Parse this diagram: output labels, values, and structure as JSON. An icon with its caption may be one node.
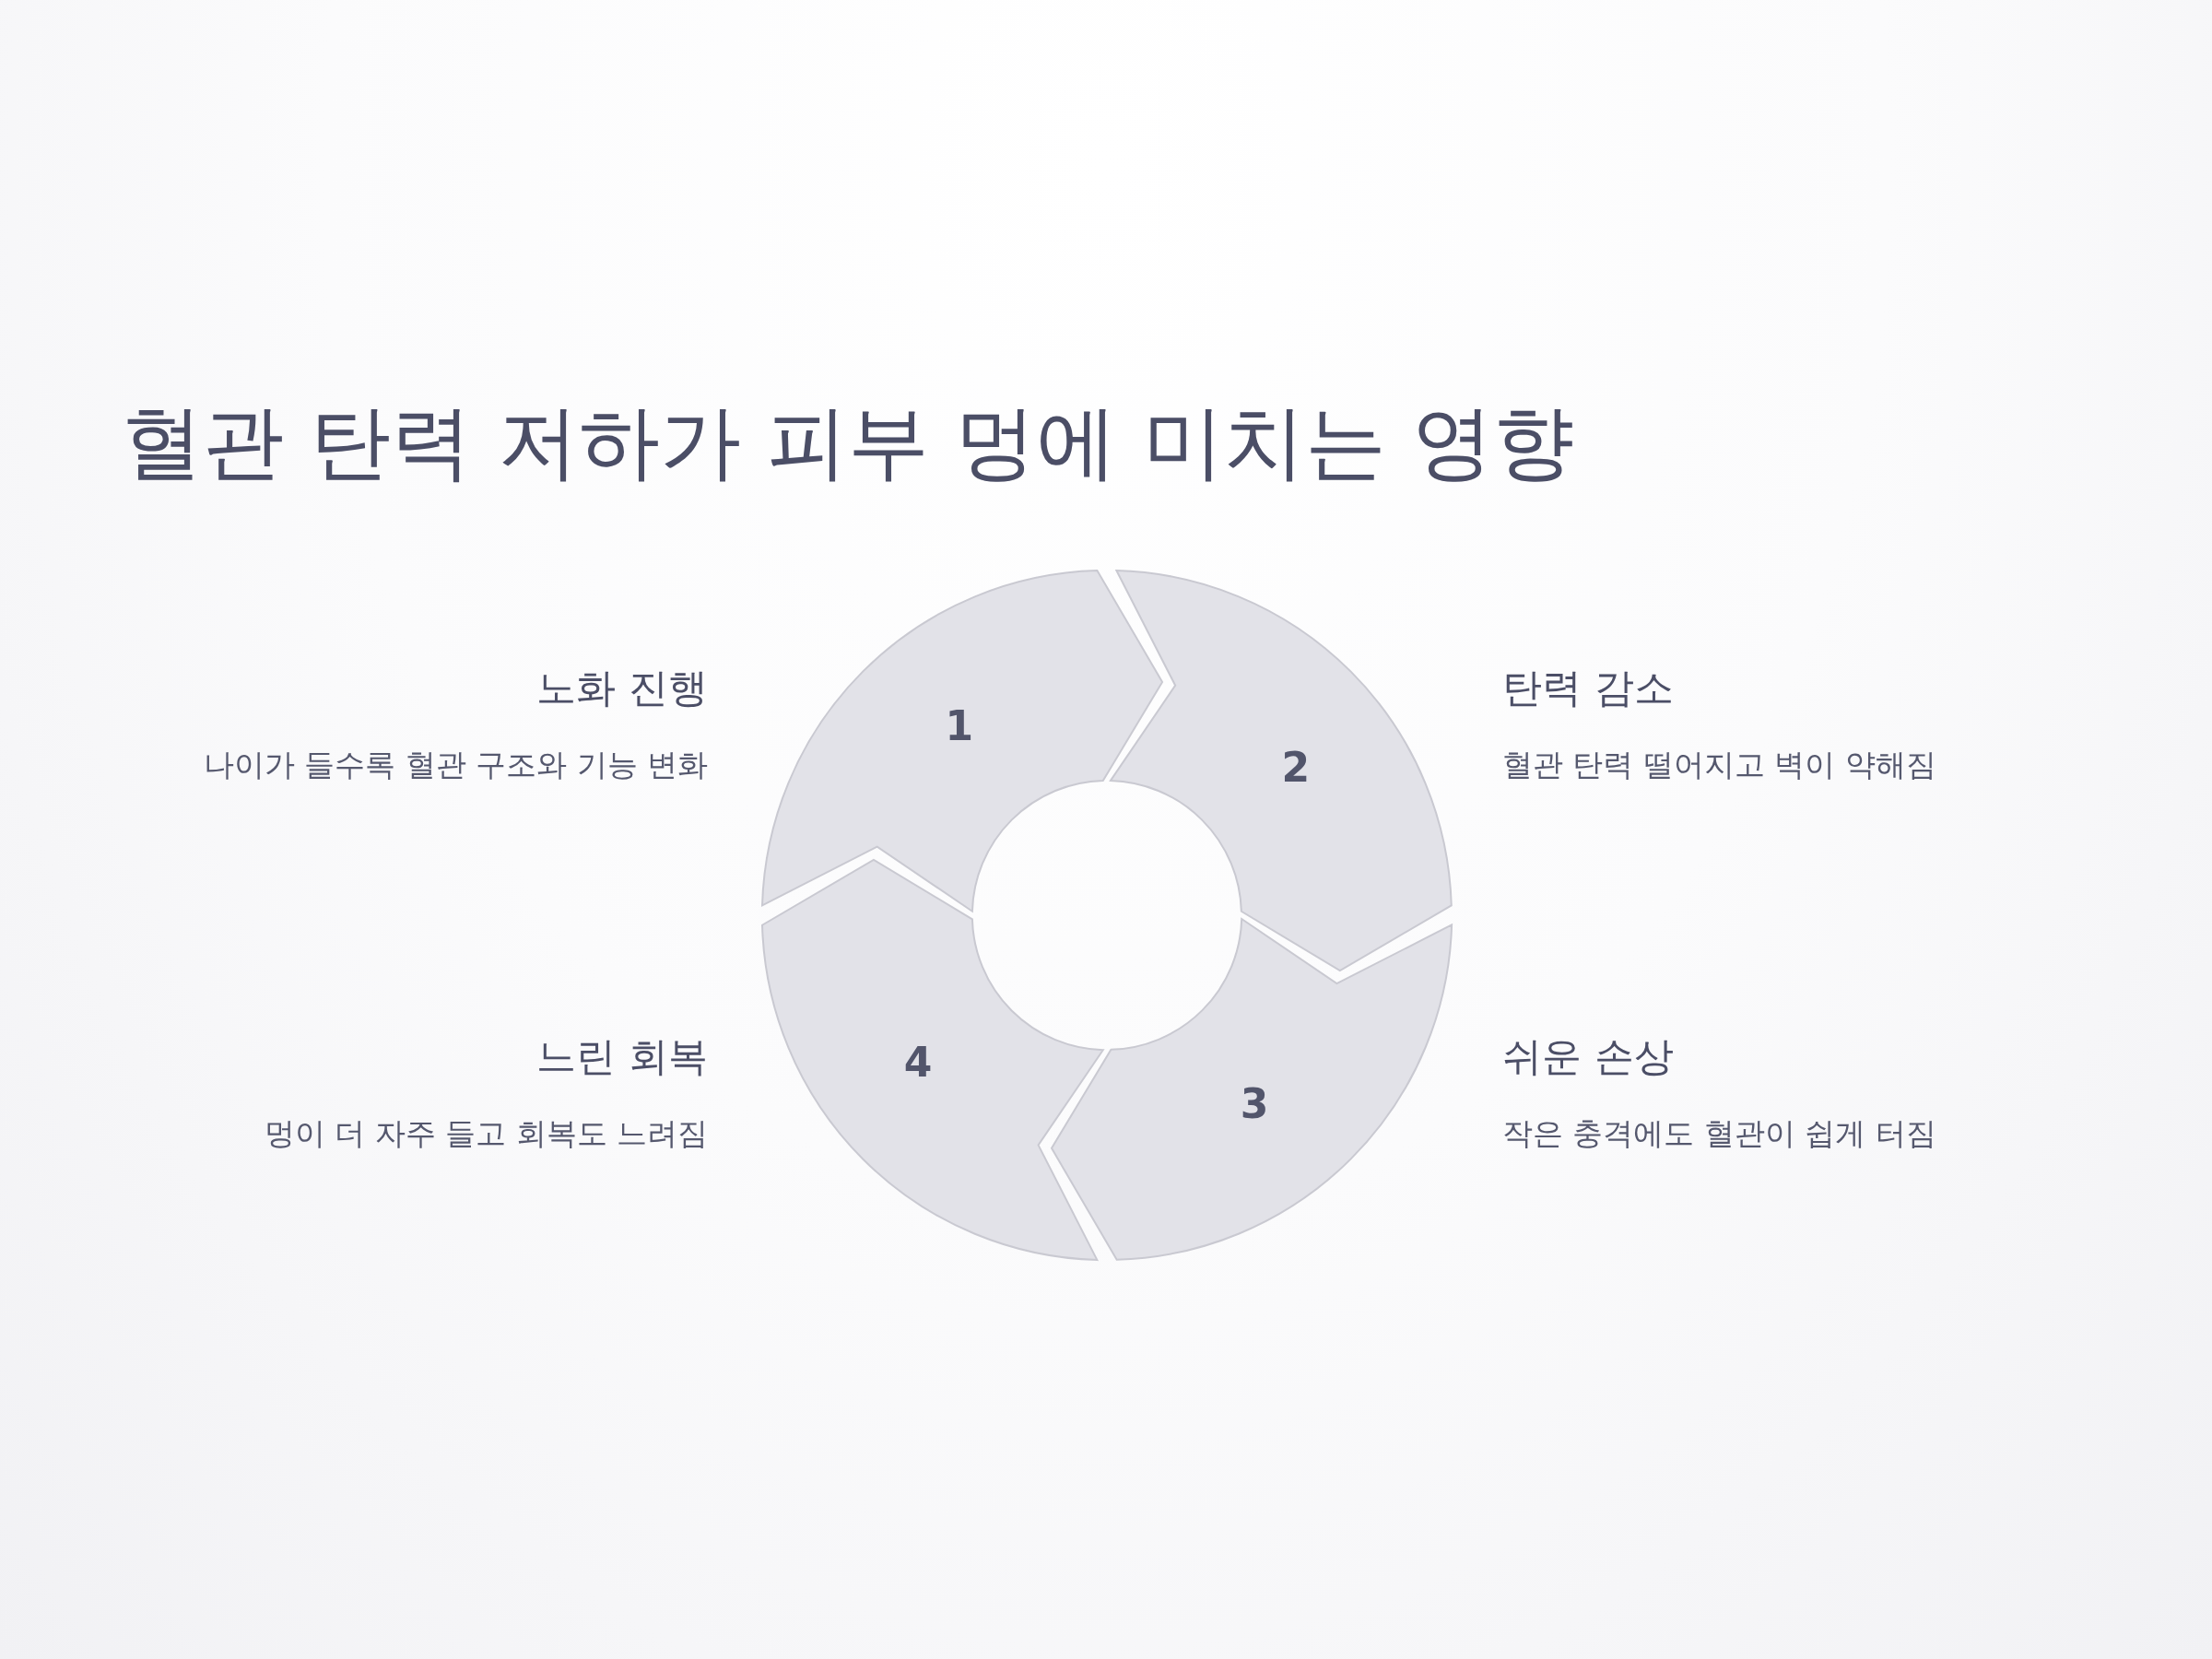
{
  "diagram": {
    "title": "혈관 탄력 저하가 피부 멍에 미치는 영향",
    "nodes": [
      {
        "text": [
          "1"
        ],
        "beside": [
          "노화 진행",
          "나이가 들수록 혈관 구조와 기능 변화"
        ]
      },
      {
        "text": [
          "2"
        ],
        "beside": [
          "탄력 감소",
          "혈관 탄력 떨어지고 벽이 약해짐"
        ]
      },
      {
        "text": [
          "3"
        ],
        "beside": [
          "쉬운 손상",
          "작은 충격에도 혈관이 쉽게 터짐"
        ]
      },
      {
        "text": [
          "4"
        ],
        "beside": [
          "느린 회복",
          "멍이 더 자주 들고 회복도 느려짐"
        ]
      }
    ]
  }
}
